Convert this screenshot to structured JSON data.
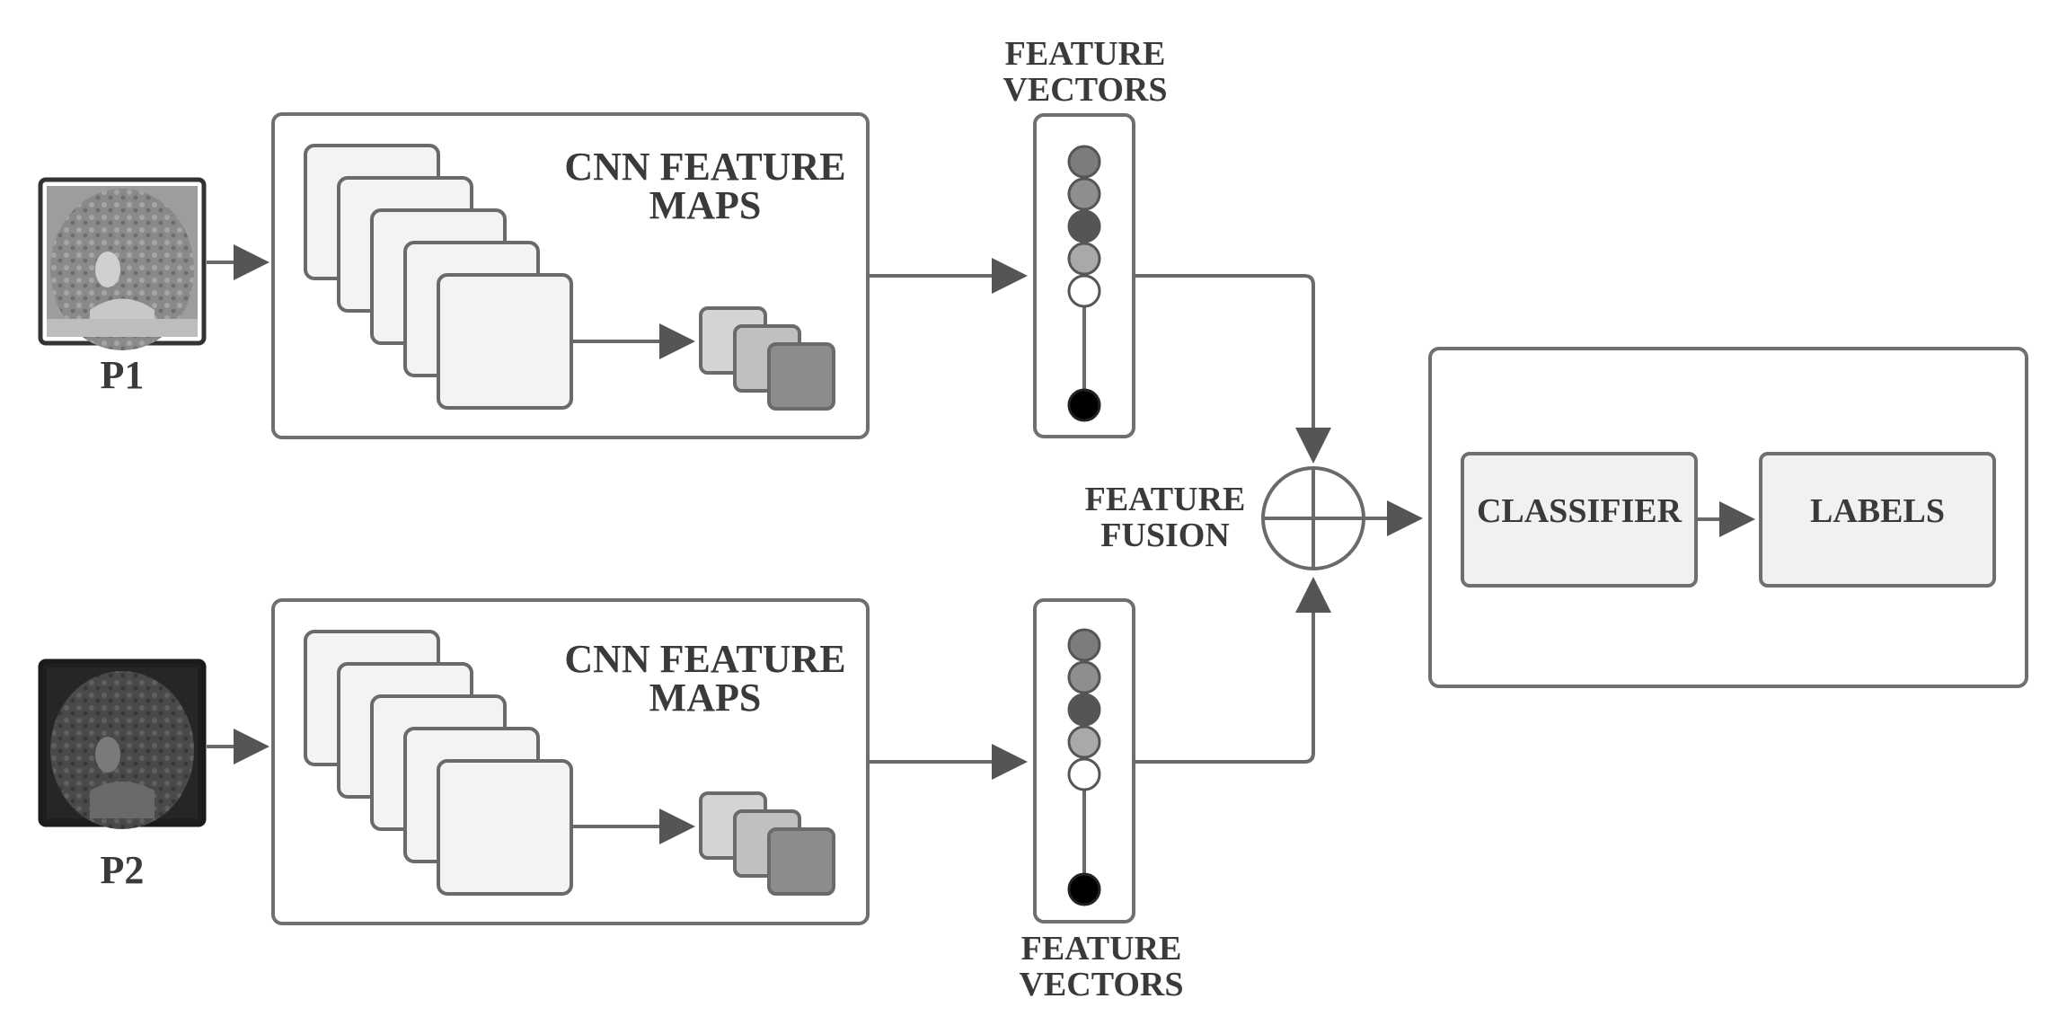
{
  "diagram": {
    "inputs": [
      {
        "label": "P1",
        "tone": "light"
      },
      {
        "label": "P2",
        "tone": "dark"
      }
    ],
    "cnn_block_label_line1": "CNN FEATURE",
    "cnn_block_label_line2": "MAPS",
    "feature_vectors_line1": "FEATURE",
    "feature_vectors_line2": "VECTORS",
    "fusion_line1": "FEATURE",
    "fusion_line2": "FUSION",
    "classifier_label": "CLASSIFIER",
    "labels_label": "LABELS",
    "node_colors": [
      "#7c7c7c",
      "#8e8e8e",
      "#555555",
      "#a9a9a9",
      "#ffffff"
    ],
    "end_node_color": "#000000",
    "small_map_colors": [
      "#d4d4d4",
      "#c0c0c0",
      "#8c8c8c"
    ]
  }
}
